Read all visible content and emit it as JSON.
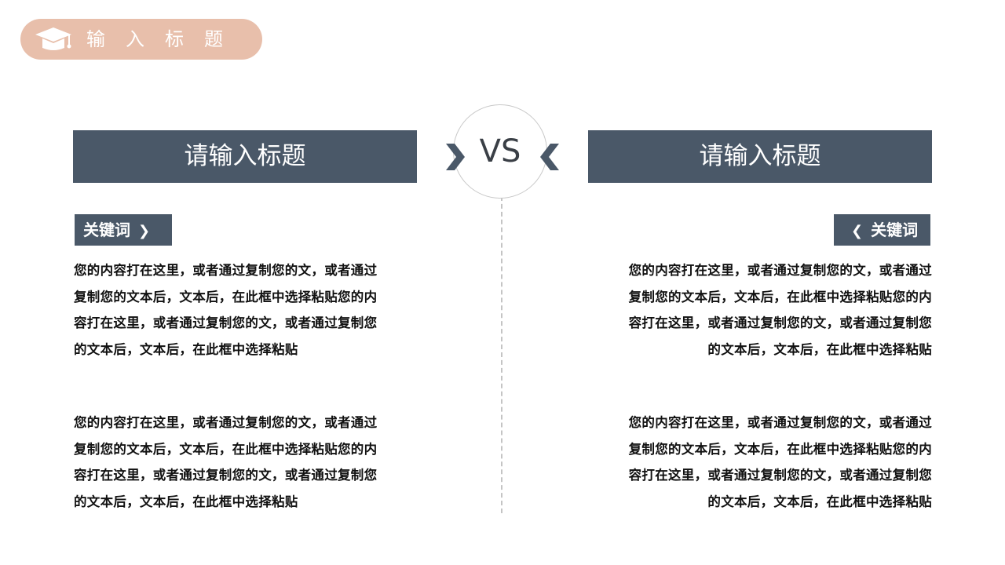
{
  "header": {
    "icon": "graduation-cap-icon",
    "title": "输入标题",
    "pill_color": "#e8bfab"
  },
  "center": {
    "vs_label": "VS",
    "left_chevron_icon": "chevron-right-icon",
    "right_chevron_icon": "chevron-left-icon",
    "accent_color": "#4a5868"
  },
  "left": {
    "title": "请输入标题",
    "keyword": {
      "label": "关键词",
      "arrow": "❯"
    },
    "blocks": [
      {
        "lines": [
          "您的内容打在这里，或者通过复制您的文，或者通过",
          "复制您的文本后，文本后，在此框中选择粘贴您的内",
          "容打在这里，或者通过复制您的文，或者通过复制您",
          "的文本后，文本后，在此框中选择粘贴"
        ]
      },
      {
        "lines": [
          "您的内容打在这里，或者通过复制您的文，或者通过",
          "复制您的文本后，文本后，在此框中选择粘贴您的内",
          "容打在这里，或者通过复制您的文，或者通过复制您",
          "的文本后，文本后，在此框中选择粘贴"
        ]
      }
    ]
  },
  "right": {
    "title": "请输入标题",
    "keyword": {
      "label": "关键词",
      "arrow": "❮"
    },
    "blocks": [
      {
        "lines": [
          "您的内容打在这里，或者通过复制您的文，或者通过",
          "复制您的文本后，文本后，在此框中选择粘贴您的内",
          "容打在这里，或者通过复制您的文，或者通过复制您",
          "的文本后，文本后，在此框中选择粘贴"
        ]
      },
      {
        "lines": [
          "您的内容打在这里，或者通过复制您的文，或者通过",
          "复制您的文本后，文本后，在此框中选择粘贴您的内",
          "容打在这里，或者通过复制您的文，或者通过复制您",
          "的文本后，文本后，在此框中选择粘贴"
        ]
      }
    ]
  }
}
